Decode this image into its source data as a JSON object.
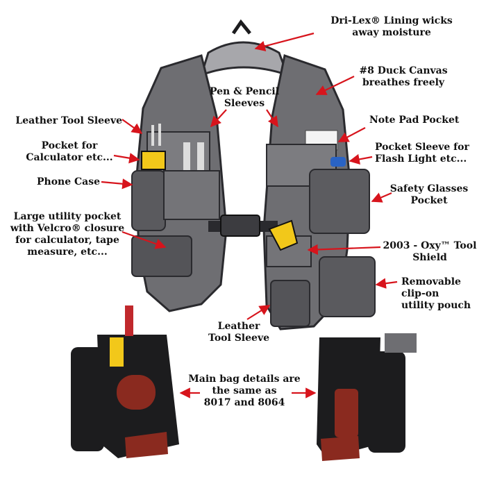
{
  "labels": {
    "drilex": [
      "Dri-Lex® Lining wicks",
      "away moisture"
    ],
    "duck": [
      "#8 Duck Canvas",
      "breathes freely"
    ],
    "pen": [
      "Pen & Pencil",
      "Sleeves"
    ],
    "leather_top": [
      "Leather Tool Sleeve"
    ],
    "notepad": [
      "Note Pad Pocket"
    ],
    "calculator": [
      "Pocket for",
      "Calculator etc..."
    ],
    "flashlight": [
      "Pocket Sleeve  for",
      "Flash Light etc..."
    ],
    "phone": [
      "Phone Case"
    ],
    "safety": [
      "Safety Glasses",
      "Pocket"
    ],
    "utility": [
      "Large utility pocket",
      "with Velcro® closure",
      "for calculator, tape",
      "measure, etc..."
    ],
    "oxy": [
      "2003 - Oxy™ Tool",
      "Shield"
    ],
    "removable": [
      "Removable",
      "clip-on",
      "utility pouch"
    ],
    "leather_bottom": [
      "Leather",
      "Tool Sleeve"
    ],
    "mainbag": [
      "Main bag details are",
      "the same as",
      "8017 and 8064"
    ]
  },
  "colors": {
    "arrow": "#d7141c",
    "vest_gray": "#6e6e72",
    "vest_dark": "#3c3c40",
    "vest_light": "#a7a7ab",
    "bag_black": "#1c1c1e",
    "leather": "#8a2a1f",
    "yellow": "#f2c81a"
  }
}
